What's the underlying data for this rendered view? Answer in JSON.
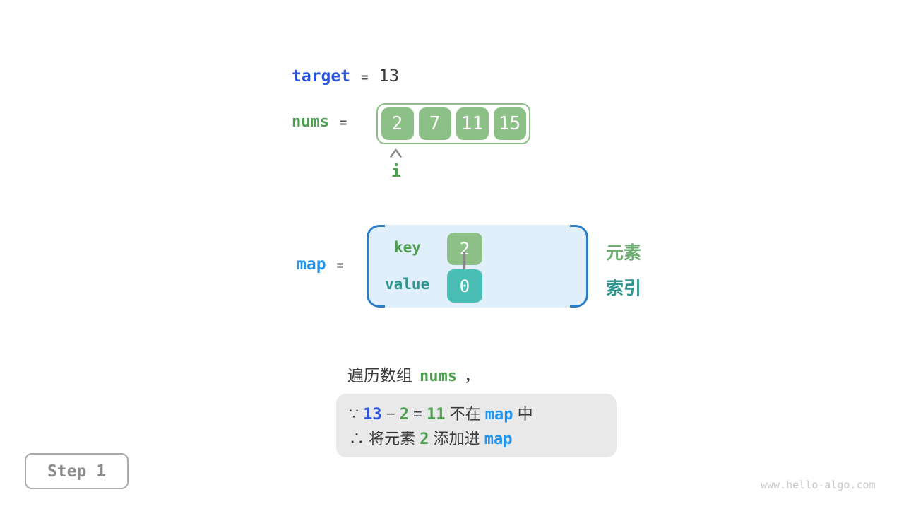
{
  "colors": {
    "royal_blue": "#2d53da",
    "sky_blue": "#2095f2",
    "green_text": "#4e9d50",
    "green_soft": "#6fae72",
    "teal_text": "#2e968f",
    "green_fill": "#8cc087",
    "teal_fill": "#4abdb5",
    "map_fill": "#e0eff9",
    "map_border": "#2b7dc6",
    "note_bg": "#e9e9e9",
    "ink": "#3c3c3c"
  },
  "target_row": {
    "label": "target",
    "eq": "=",
    "value": "13"
  },
  "nums_row": {
    "label": "nums",
    "eq": "=",
    "cells": [
      "2",
      "7",
      "11",
      "15"
    ],
    "pointer_label": "i"
  },
  "map_row": {
    "label": "map",
    "eq": "=",
    "key_label": "key",
    "key_value": "2",
    "value_label": "value",
    "value_value": "0",
    "right_top": "元素",
    "right_bottom": "索引"
  },
  "caption": {
    "prefix": "遍历数组",
    "code": "nums",
    "suffix": "，"
  },
  "note_box": {
    "line1": [
      {
        "t": "∵ ",
        "s": "plain"
      },
      {
        "t": "13",
        "s": "blue"
      },
      {
        "t": " − ",
        "s": "plain"
      },
      {
        "t": "2",
        "s": "green"
      },
      {
        "t": " = ",
        "s": "plain"
      },
      {
        "t": "11",
        "s": "green"
      },
      {
        "t": " 不在 ",
        "s": "plain"
      },
      {
        "t": "map",
        "s": "sky"
      },
      {
        "t": " 中",
        "s": "plain"
      }
    ],
    "line2": [
      {
        "t": "∴ 将元素 ",
        "s": "plain"
      },
      {
        "t": "2",
        "s": "green"
      },
      {
        "t": " 添加进 ",
        "s": "plain"
      },
      {
        "t": "map",
        "s": "sky"
      }
    ]
  },
  "step_label": "Step 1",
  "watermark": "www.hello-algo.com"
}
